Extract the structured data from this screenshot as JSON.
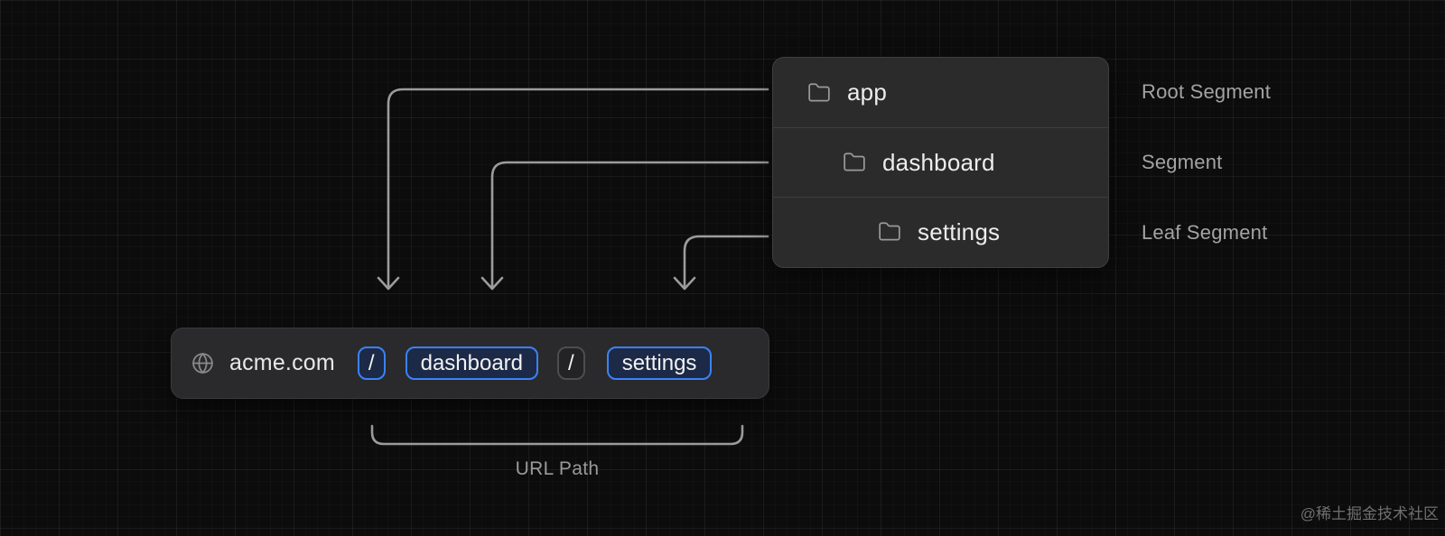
{
  "file_tree": {
    "items": [
      {
        "name": "app",
        "icon": "folder-icon",
        "level": 0,
        "annotation": "Root Segment"
      },
      {
        "name": "dashboard",
        "icon": "folder-icon",
        "level": 1,
        "annotation": "Segment"
      },
      {
        "name": "settings",
        "icon": "folder-icon",
        "level": 2,
        "annotation": "Leaf Segment"
      }
    ]
  },
  "url_bar": {
    "icon": "globe-icon",
    "domain": "acme.com",
    "segments": [
      {
        "text": "/",
        "highlighted": true
      },
      {
        "text": "dashboard",
        "highlighted": true
      },
      {
        "text": "/",
        "highlighted": false
      },
      {
        "text": "settings",
        "highlighted": true
      }
    ]
  },
  "bracket": {
    "label": "URL Path"
  },
  "watermark": "@稀土掘金技术社区",
  "colors": {
    "background": "#0c0c0c",
    "panel_bg": "#2b2b2b",
    "url_bar_bg": "#2a2a2c",
    "accent_blue": "#3b82f6",
    "chip_blue_bg": "#1c2a47",
    "chip_gray_border": "#4d4d4f",
    "arrow_gray": "#9c9c9c",
    "text_primary": "#ededed",
    "text_secondary": "#a3a3a3"
  }
}
